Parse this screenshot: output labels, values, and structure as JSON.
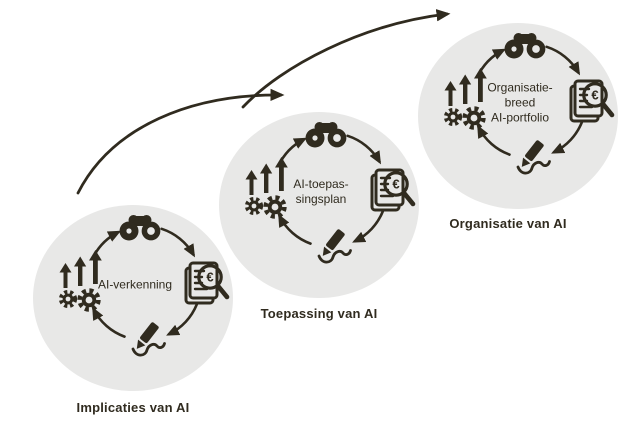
{
  "diagram": {
    "type": "three-stage-cyclical-process",
    "colors": {
      "ink": "#302b1f",
      "disc": "#e8e8e7",
      "bg": "#ffffff"
    },
    "stages": [
      {
        "caption": "Implicaties van AI",
        "label_lines": {
          "0": "AI-verkenning"
        }
      },
      {
        "caption": "Toepassing van AI",
        "label_lines": {
          "0": "AI-toepas-",
          "1": "singsplan"
        }
      },
      {
        "caption": "Organisatie van AI",
        "label_lines": {
          "0": "Organisatie-",
          "1": "breed",
          "2": "AI-portfolio"
        }
      }
    ],
    "cycle_icons": [
      "binoculars-icon",
      "growth-arrows-gears-icon",
      "document-euro-magnifier-icon",
      "pencil-signature-icon"
    ],
    "euro_glyph": "€",
    "flow": "bottom-left stage to middle stage to top-right stage"
  }
}
